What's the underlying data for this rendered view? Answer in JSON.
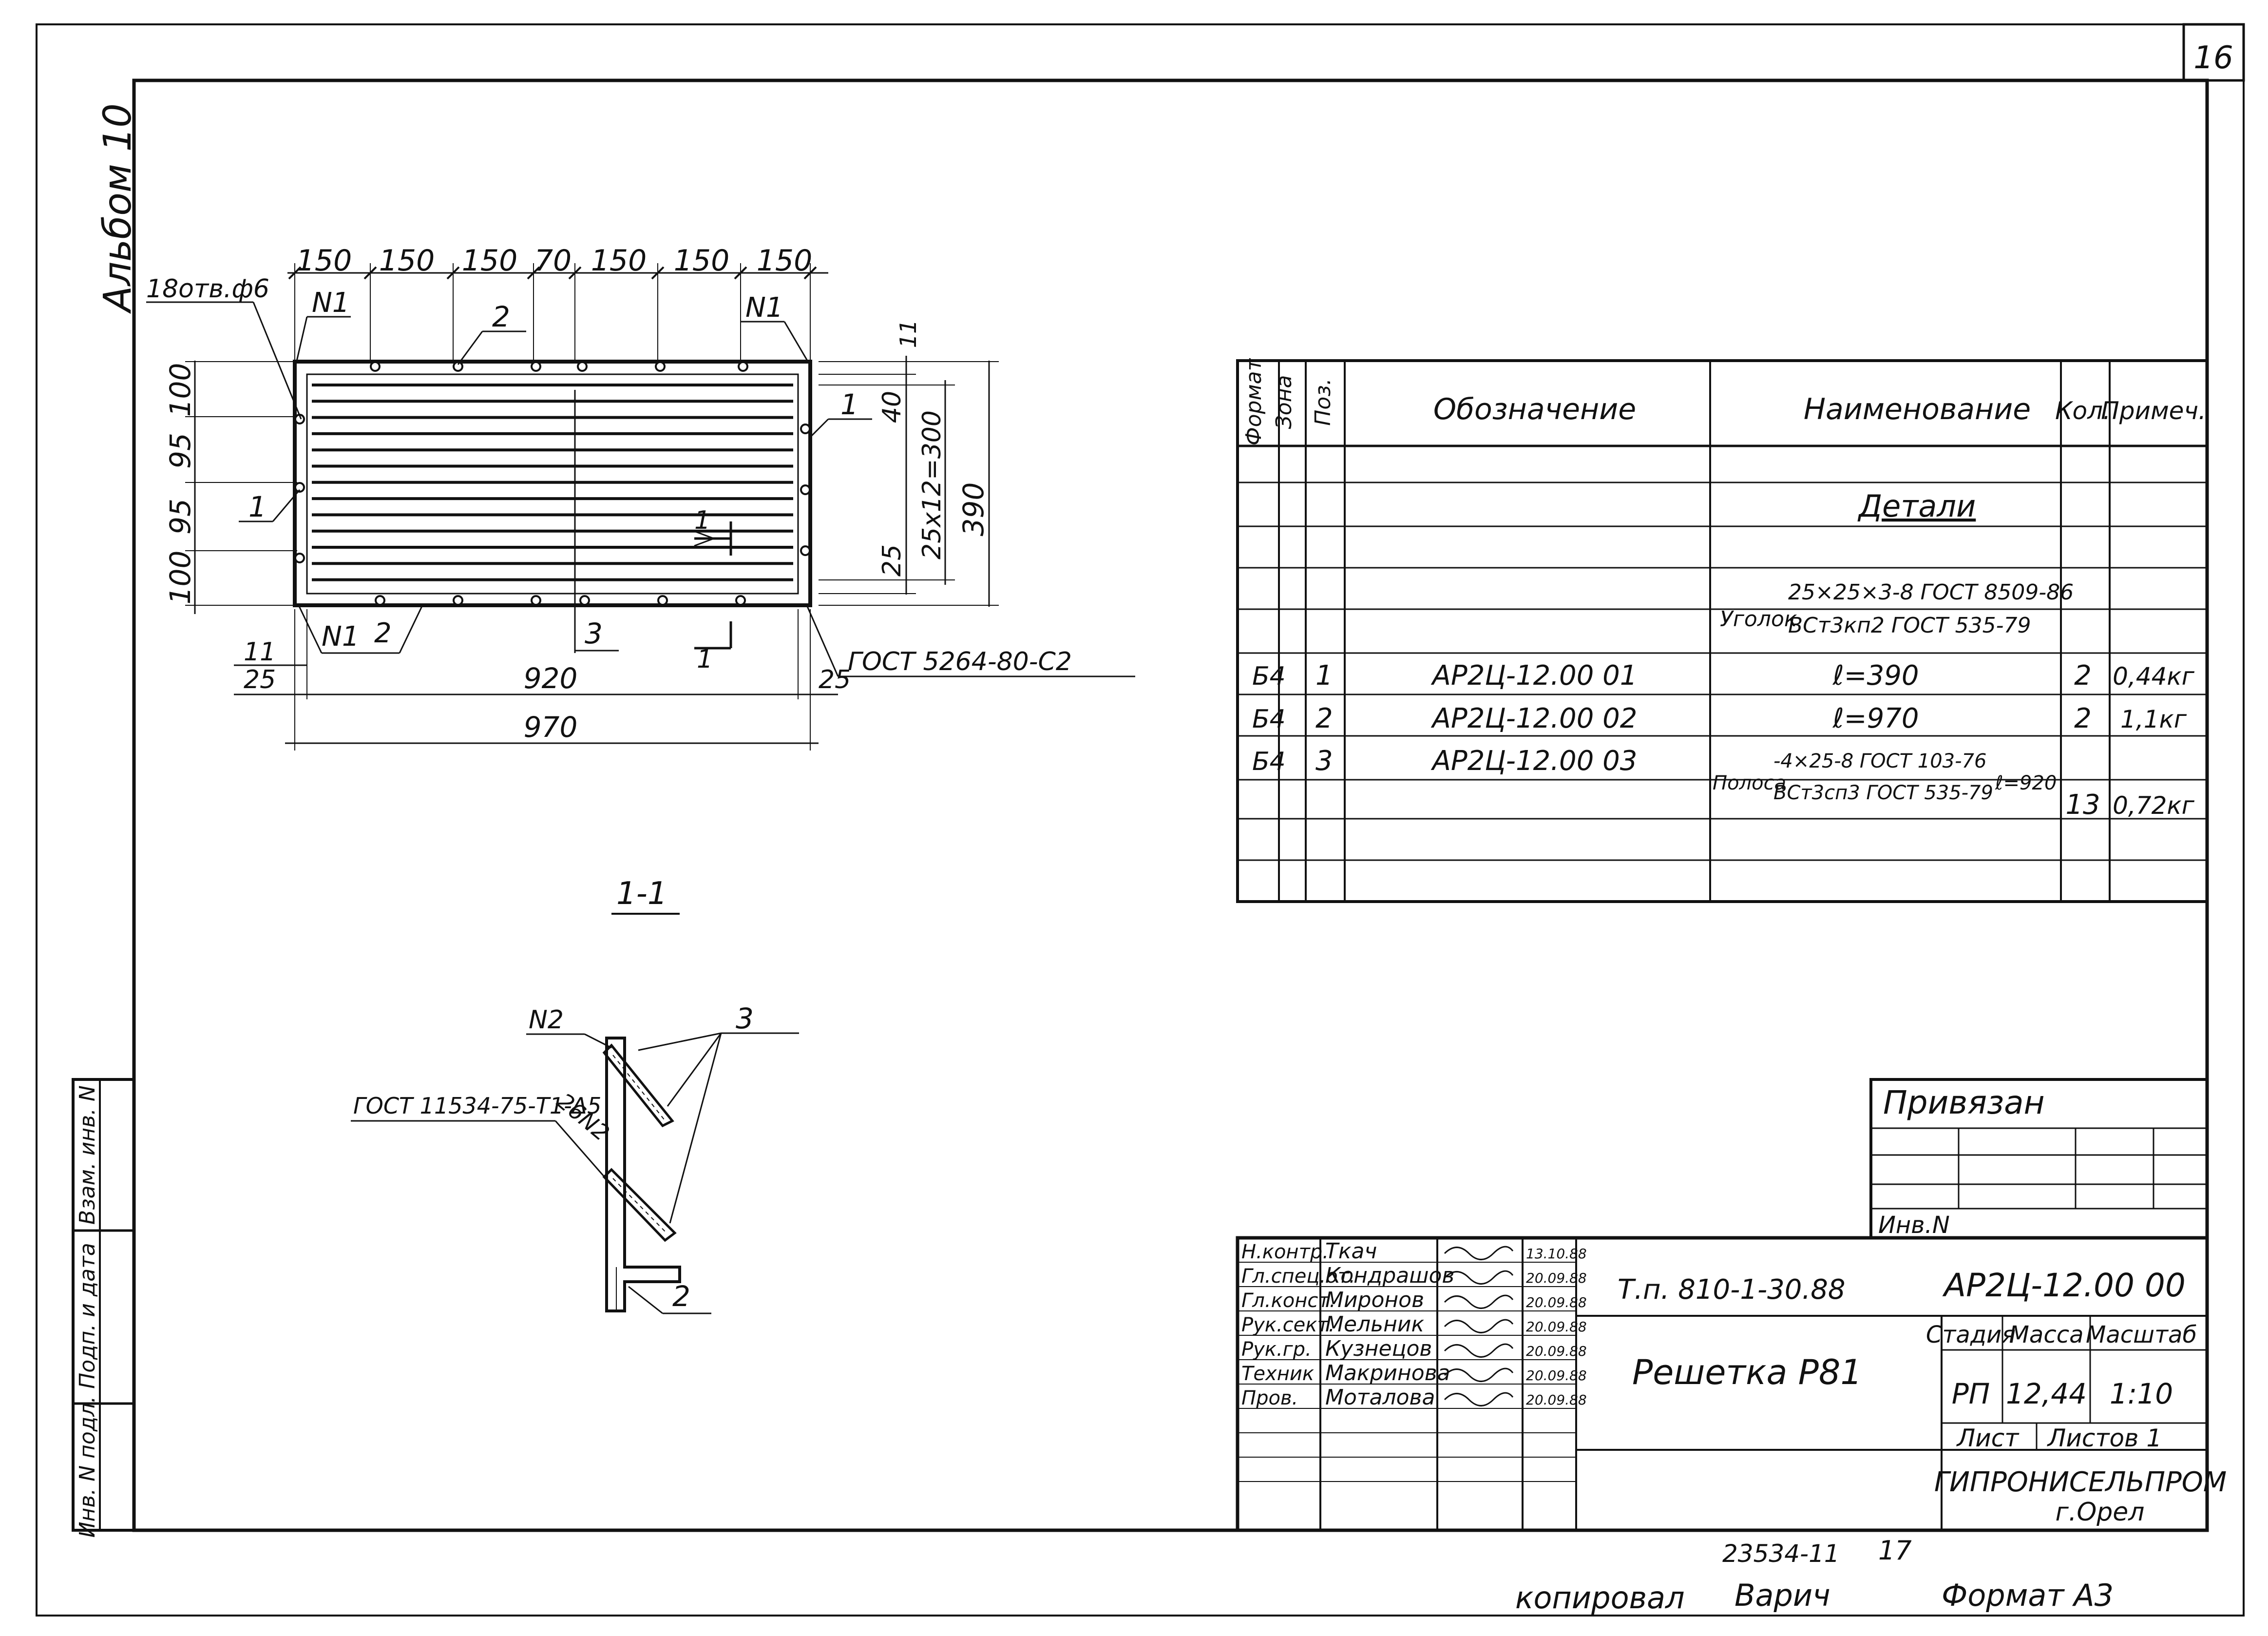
{
  "sheet_number": "16",
  "album": "Альбом 10",
  "plan": {
    "top_dims": [
      "150",
      "150",
      "150",
      "70",
      "150",
      "150",
      "150"
    ],
    "holes_note": "18отв.ф6",
    "node_label": "N1",
    "left_dims": [
      "100",
      "95",
      "95",
      "100"
    ],
    "right_dims": [
      "11",
      "40",
      "25x12=300",
      "25"
    ],
    "overall_height": "390",
    "bottom_left_small": [
      "11",
      "25"
    ],
    "bottom_right_small": "25",
    "inner_width": "920",
    "overall_width": "970",
    "weld_note": "ГОСТ 5264-80-С2",
    "pos_1": "1",
    "pos_2": "2",
    "pos_3": "3",
    "section_mark": "1"
  },
  "section": {
    "title": "1-1",
    "node": "N2",
    "weld_note": "ГОСТ 11534-75-Т1-Δ5",
    "weld_count": "26N2",
    "pos_3": "3",
    "pos_2": "2"
  },
  "spec": {
    "headers": [
      "Формат",
      "Зона",
      "Поз.",
      "Обозначение",
      "Наименование",
      "Кол.",
      "Примеч."
    ],
    "group": "Детали",
    "angle_line1": "25×25×3-8 ГОСТ 8509-86",
    "angle_prefix": "Уголок",
    "angle_line2": "ВСт3кп2 ГОСТ 535-79",
    "rows": [
      {
        "fmt": "Б4",
        "pos": "1",
        "code": "АР2Ц-12.00 01",
        "name": "ℓ=390",
        "qty": "2",
        "note": "0,44кг"
      },
      {
        "fmt": "Б4",
        "pos": "2",
        "code": "АР2Ц-12.00 02",
        "name": "ℓ=970",
        "qty": "2",
        "note": "1,1кг"
      },
      {
        "fmt": "Б4",
        "pos": "3",
        "code": "АР2Ц-12.00 03",
        "name": "",
        "qty": "",
        "note": ""
      }
    ],
    "strip_prefix": "Полоса",
    "strip_line1": "-4×25-8 ГОСТ 103-76",
    "strip_line2": "ВСт3сп3 ГОСТ 535-79",
    "strip_len": "ℓ=920",
    "strip_qty": "13",
    "strip_note": "0,72кг"
  },
  "side_stamp": [
    "Инв. N подл.",
    "Подп. и дата",
    "Взам. инв. N"
  ],
  "bound": {
    "title": "Привязан",
    "inv": "Инв.N"
  },
  "title_block": {
    "roles": [
      "Н.контр.",
      "Гл.спец.от.",
      "Гл.конст.",
      "Рук.сект.",
      "Рук.гр.",
      "Техник",
      "Пров."
    ],
    "names": [
      "Ткач",
      "Кондрашов",
      "Миронов",
      "Мельник",
      "Кузнецов",
      "Макринова",
      "Моталова"
    ],
    "dates": [
      "13.10.88",
      "20.09.88",
      "20.09.88",
      "20.09.88",
      "20.09.88",
      "20.09.88",
      "20.09.88"
    ],
    "project": "Т.п. 810-1-30.88",
    "code": "АР2Ц-12.00 00",
    "title": "Решетка Р81",
    "stage_h": "Стадия",
    "mass_h": "Масса",
    "scale_h": "Масштаб",
    "stage": "РП",
    "mass": "12,44",
    "scale": "1:10",
    "sheet_h": "Лист",
    "sheets_h": "Листов 1",
    "org": "ГИПРОНИСЕЛЬПРОМ",
    "city": "г.Орел"
  },
  "footer": {
    "inv": "23534-11",
    "page": "17",
    "copied": "копировал",
    "copier": "Варич",
    "format": "Формат А3"
  }
}
